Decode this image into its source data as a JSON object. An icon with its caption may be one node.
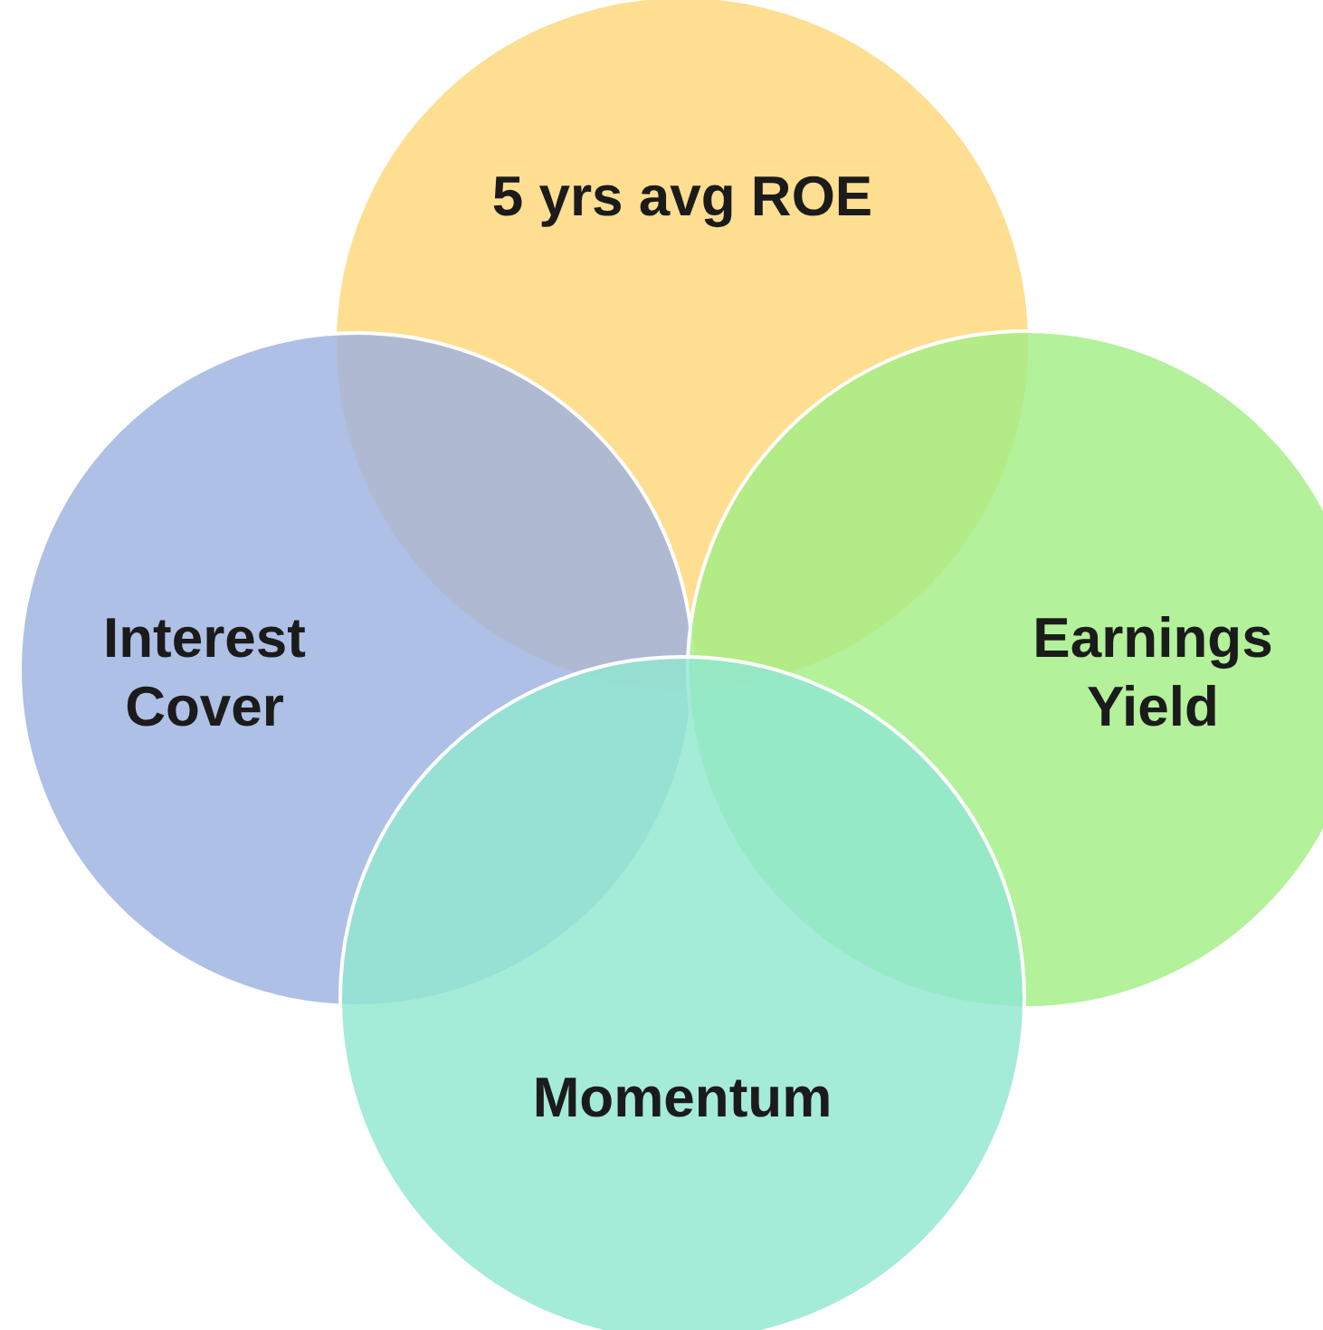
{
  "diagram": {
    "nodes": [
      {
        "text": [
          "5 yrs avg ROE"
        ]
      },
      {
        "text": [
          "Interest Cover"
        ]
      },
      {
        "text": [
          "Earnings Yield"
        ]
      },
      {
        "text": [
          "Momentum"
        ]
      }
    ]
  }
}
